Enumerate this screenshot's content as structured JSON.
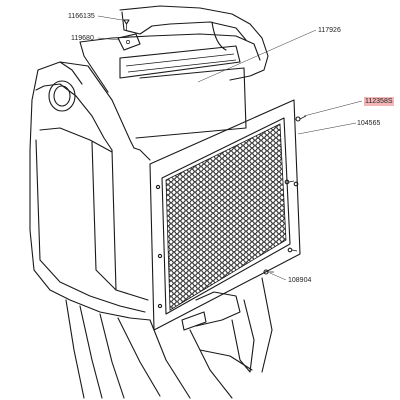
{
  "parts": [
    {
      "id": "p1166135",
      "label": "1166135",
      "highlighted": false
    },
    {
      "id": "p119680",
      "label": "119680",
      "highlighted": false
    },
    {
      "id": "p117926",
      "label": "117926",
      "highlighted": false
    },
    {
      "id": "p112358S",
      "label": "112358S",
      "highlighted": true
    },
    {
      "id": "p104565",
      "label": "104565",
      "highlighted": false
    },
    {
      "id": "p108904",
      "label": "108904",
      "highlighted": false
    }
  ],
  "colors": {
    "line": "#1a1a1a",
    "highlight": "#f4b6b6",
    "background": "#ffffff"
  }
}
